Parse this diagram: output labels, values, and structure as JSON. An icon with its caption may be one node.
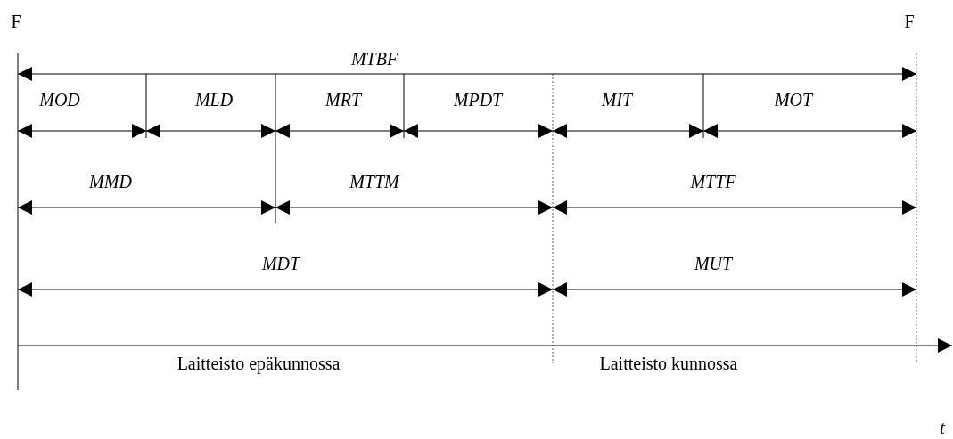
{
  "diagram": {
    "labels": [
      "F",
      "F",
      "MTBF",
      "MOD",
      "MLD",
      "MRT",
      "MPDT",
      "MIT",
      "MOT",
      "MMD",
      "MTTM",
      "MTTF",
      "MDT",
      "MUT",
      "Laitteisto epäkunnossa",
      "Laitteisto kunnossa",
      "t"
    ]
  }
}
